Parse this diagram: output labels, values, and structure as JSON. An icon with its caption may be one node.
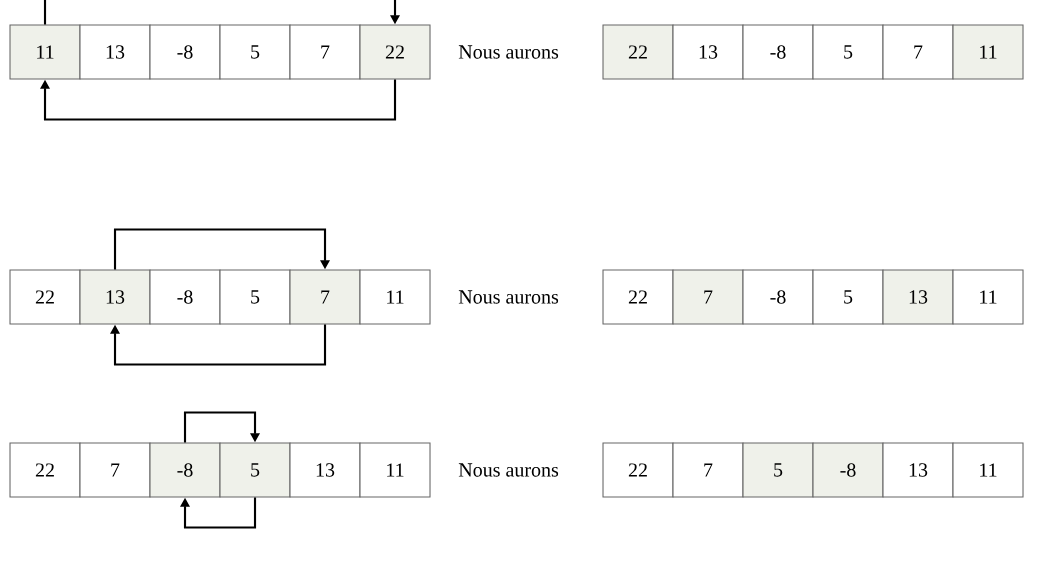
{
  "diagram": {
    "nodes": [
      {
        "text": [
          "11"
        ]
      },
      {
        "text": [
          "13"
        ]
      },
      {
        "text": [
          "-8"
        ]
      },
      {
        "text": [
          "5"
        ]
      },
      {
        "text": [
          "7"
        ]
      },
      {
        "text": [
          "22"
        ]
      },
      {
        "text": [
          "22"
        ]
      },
      {
        "text": [
          "13"
        ]
      },
      {
        "text": [
          "-8"
        ]
      },
      {
        "text": [
          "5"
        ]
      },
      {
        "text": [
          "7"
        ]
      },
      {
        "text": [
          "11"
        ]
      },
      {
        "text": [
          "22"
        ]
      },
      {
        "text": [
          "13"
        ]
      },
      {
        "text": [
          "-8"
        ]
      },
      {
        "text": [
          "5"
        ]
      },
      {
        "text": [
          "7"
        ]
      },
      {
        "text": [
          "11"
        ]
      },
      {
        "text": [
          "22"
        ]
      },
      {
        "text": [
          "7"
        ]
      },
      {
        "text": [
          "-8"
        ]
      },
      {
        "text": [
          "5"
        ]
      },
      {
        "text": [
          "13"
        ]
      },
      {
        "text": [
          "11"
        ]
      },
      {
        "text": [
          "22"
        ]
      },
      {
        "text": [
          "7"
        ]
      },
      {
        "text": [
          "-8"
        ]
      },
      {
        "text": [
          "5"
        ]
      },
      {
        "text": [
          "13"
        ]
      },
      {
        "text": [
          "11"
        ]
      },
      {
        "text": [
          "22"
        ]
      },
      {
        "text": [
          "7"
        ]
      },
      {
        "text": [
          "5"
        ]
      },
      {
        "text": [
          "-8"
        ]
      },
      {
        "text": [
          "13"
        ]
      },
      {
        "text": [
          "11"
        ]
      }
    ],
    "edges": [
      {
        "from": 0,
        "to": 5,
        "arrow": "to"
      },
      {
        "from": 5,
        "to": 0,
        "arrow": "to"
      },
      {
        "from": 13,
        "to": 16,
        "arrow": "to"
      },
      {
        "from": 16,
        "to": 13,
        "arrow": "to"
      },
      {
        "from": 26,
        "to": 27,
        "arrow": "to"
      },
      {
        "from": 27,
        "to": 26,
        "arrow": "to"
      }
    ],
    "labels": [
      "Nous aurons",
      "Nous aurons",
      "Nous aurons"
    ]
  }
}
